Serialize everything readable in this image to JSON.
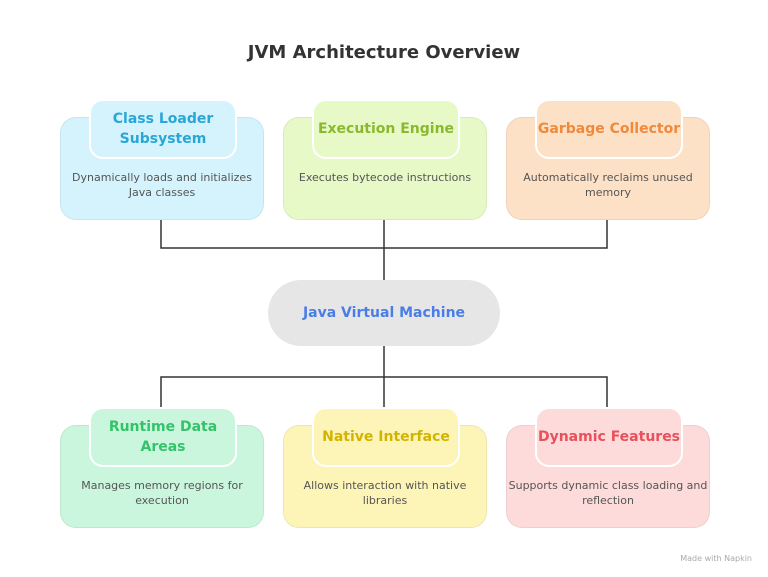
{
  "title": "JVM Architecture Overview",
  "center": "Java Virtual Machine",
  "nodes": [
    {
      "title": "Class Loader Subsystem",
      "desc": "Dynamically loads and initializes Java classes",
      "bg": "#d4f3fd",
      "head": "#d4f3fd",
      "color": "#2aa6d6"
    },
    {
      "title": "Execution Engine",
      "desc": "Executes bytecode instructions",
      "bg": "#e6f9c6",
      "head": "#e6f9c6",
      "color": "#8ab92e"
    },
    {
      "title": "Garbage Collector",
      "desc": "Automatically reclaims unused memory",
      "bg": "#fde1c6",
      "head": "#fde1c6",
      "color": "#ee8a3c"
    },
    {
      "title": "Runtime Data Areas",
      "desc": "Manages memory regions for execution",
      "bg": "#cbf6de",
      "head": "#cbf6de",
      "color": "#34c26a"
    },
    {
      "title": "Native Interface",
      "desc": "Allows interaction with native libraries",
      "bg": "#fdf5b8",
      "head": "#fdf5b8",
      "color": "#d2b400"
    },
    {
      "title": "Dynamic Features",
      "desc": "Supports dynamic class loading and reflection",
      "bg": "#fddbdb",
      "head": "#fddbdb",
      "color": "#e8505b"
    }
  ],
  "footer": "Made with Napkin"
}
